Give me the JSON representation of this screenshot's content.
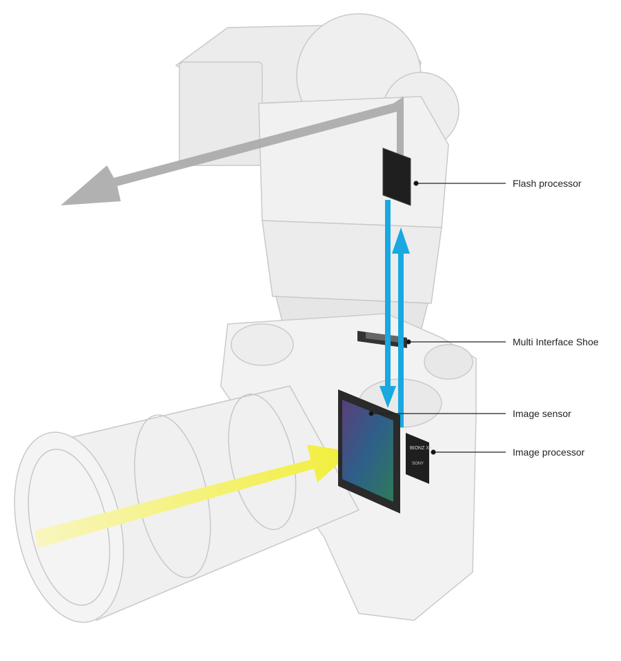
{
  "labels": {
    "flash_processor": "Flash processor",
    "multi_interface_shoe": "Multi Interface Shoe",
    "image_sensor": "Image sensor",
    "image_processor": "Image processor"
  },
  "chip_text": {
    "processor_brand": "BIONZ XR",
    "maker": "SONY"
  },
  "colors": {
    "signal_arrow": "#19a8e0",
    "light_arrow": "#f4f25a",
    "flash_arrow": "#a8a8a8",
    "line": "#222222"
  }
}
